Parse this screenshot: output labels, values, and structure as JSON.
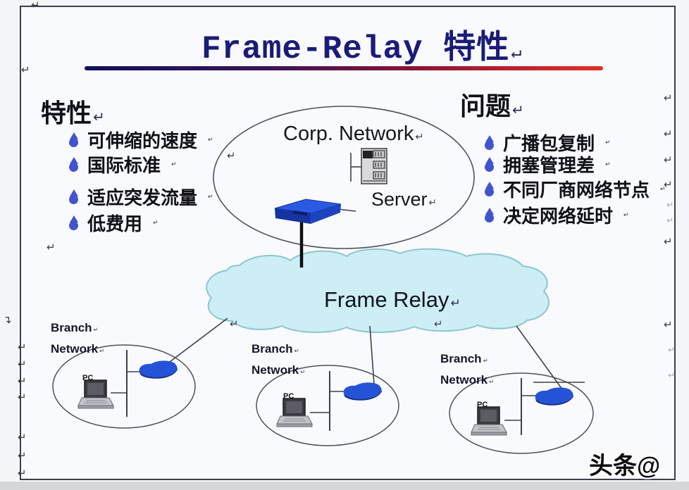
{
  "title": {
    "text": "Frame-Relay 特性"
  },
  "features": {
    "heading": "特性",
    "items": [
      "可伸缩的速度",
      "国际标准",
      "适应突发流量",
      "低费用"
    ]
  },
  "problems": {
    "heading": "问题",
    "items": [
      "广播包复制",
      "拥塞管理差",
      "不同厂商网络节点",
      "决定网络延时"
    ]
  },
  "corp_network": {
    "label": "Corp. Network",
    "server_label": "Server"
  },
  "cloud": {
    "label": "Frame Relay"
  },
  "branches": [
    {
      "name_line1": "Branch",
      "name_line2": "Network",
      "pc_label": "PC"
    },
    {
      "name_line1": "Branch",
      "name_line2": "Network",
      "pc_label": "PC"
    },
    {
      "name_line1": "Branch",
      "name_line2": "Network",
      "pc_label": "PC"
    }
  ],
  "watermark": {
    "text": "头条@"
  },
  "marks": {
    "return_glyph": "↵"
  },
  "colors": {
    "title_navy": "#1b1b78",
    "rule_start": "#101060",
    "rule_end": "#e23126",
    "bullet_blue": "#4254cb",
    "cloud_fill": "#cdeef5",
    "cloud_stroke": "#8cc6ce",
    "router_blue": "#2453d8"
  }
}
